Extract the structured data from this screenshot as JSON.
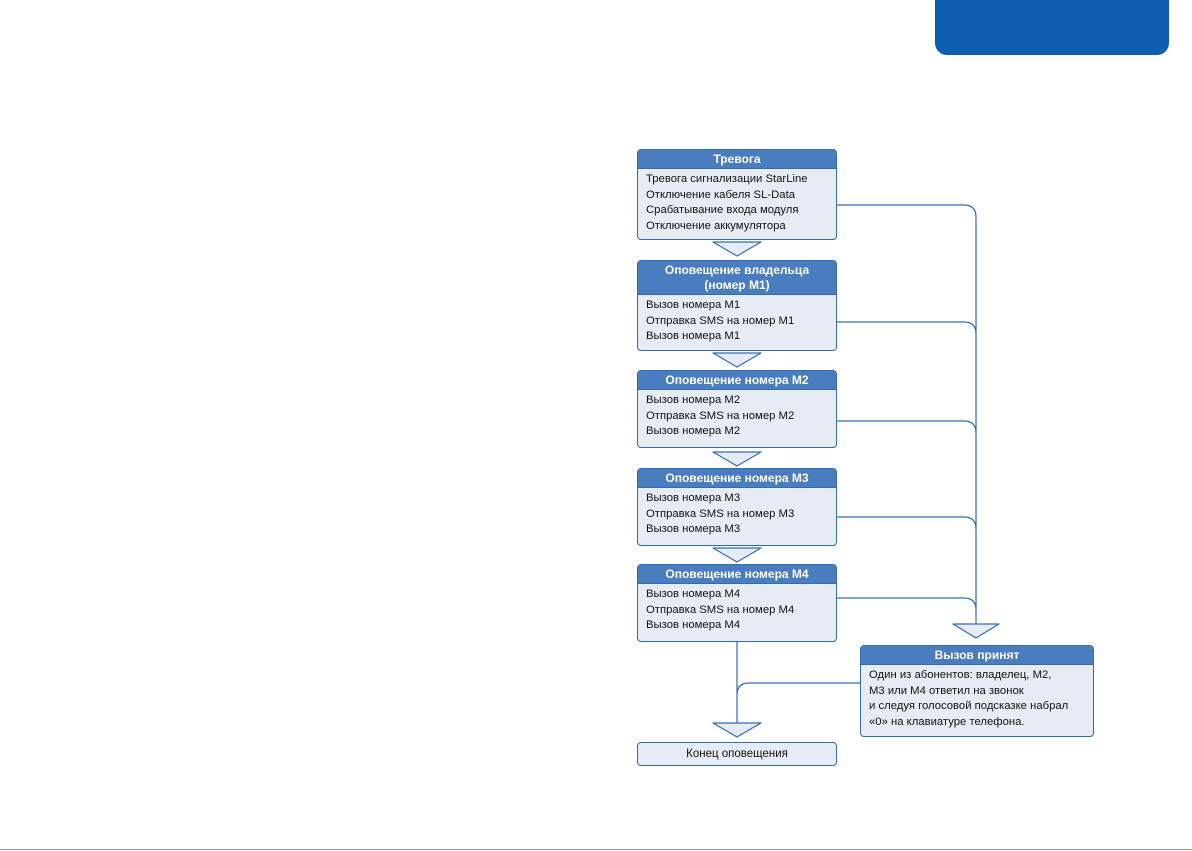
{
  "alarm": {
    "title": "Тревога",
    "lines": [
      "Тревога сигнализации StarLine",
      "Отключение кабеля  SL-Data",
      "Срабатывание входа модуля",
      "Отключение аккумулятора"
    ]
  },
  "owner": {
    "title_line1": "Оповещение владельца",
    "title_line2": "(номер М1)",
    "lines": [
      "Вызов номера М1",
      "Отправка SMS на номер М1",
      "Вызов номера М1"
    ]
  },
  "m2": {
    "title": "Оповещение номера М2",
    "lines": [
      "Вызов номера М2",
      "Отправка SMS на номер М2",
      "Вызов номера М2"
    ]
  },
  "m3": {
    "title": "Оповещение номера М3",
    "lines": [
      "Вызов номера М3",
      "Отправка SMS на номер М3",
      "Вызов номера М3"
    ]
  },
  "m4": {
    "title": "Оповещение номера М4",
    "lines": [
      "Вызов номера М4",
      "Отправка SMS на номер М4",
      "Вызов номера М4"
    ]
  },
  "accepted": {
    "title": "Вызов принят",
    "lines": [
      "Один из абонентов: владелец, М2,",
      "М3 или М4 ответил  на звонок",
      "и следуя голосовой подсказке набрал",
      "«0» на клавиатуре телефона."
    ]
  },
  "end": {
    "label": "Конец оповещения"
  },
  "colors": {
    "header_fill": "#4a7cc0",
    "box_fill": "#e7ebf5",
    "outline": "#2f6db0",
    "page_tab": "#0d5eaf"
  }
}
